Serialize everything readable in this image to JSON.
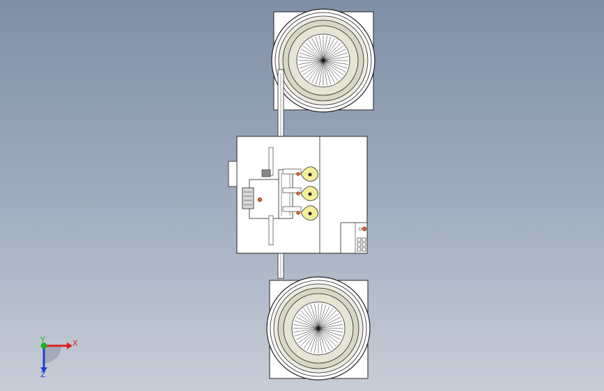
{
  "viewport": {
    "background_top": "#7f8fa6",
    "background_bottom": "#c8ced8"
  },
  "triad": {
    "x_label": "X",
    "y_label": "Y",
    "z_label": "Z",
    "x_color": "#e02020",
    "y_color": "#20b020",
    "z_color": "#2040d0"
  },
  "model": {
    "line_color": "#222222",
    "body_color": "#ffffff",
    "bowl_shade": "#d8d6c4",
    "lamp_color": "#f4ee9c",
    "accent_color": "#e06020"
  }
}
